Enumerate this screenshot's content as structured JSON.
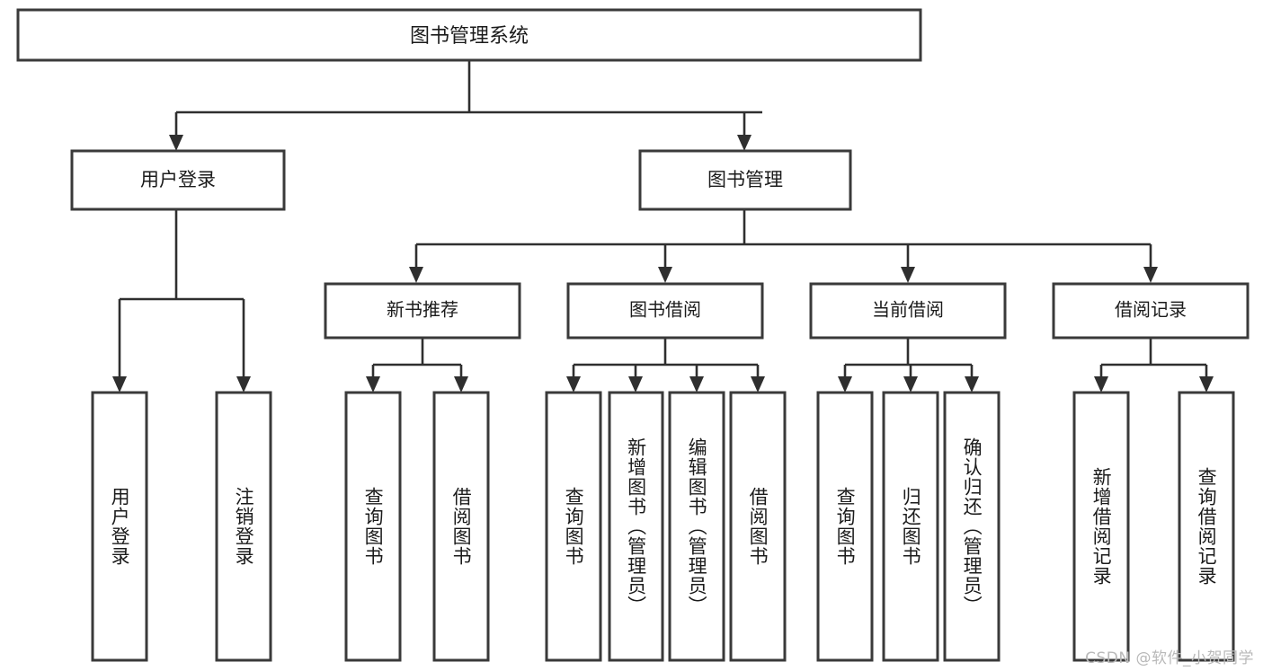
{
  "diagram": {
    "title_node": {
      "label": "图书管理系统"
    },
    "level2": [
      {
        "id": "user-login",
        "label": "用户登录"
      },
      {
        "id": "book-manage",
        "label": "图书管理"
      }
    ],
    "level3": [
      {
        "id": "new-book-recommend",
        "label": "新书推荐"
      },
      {
        "id": "book-borrow",
        "label": "图书借阅"
      },
      {
        "id": "current-borrow",
        "label": "当前借阅"
      },
      {
        "id": "borrow-record",
        "label": "借阅记录"
      }
    ],
    "leaves": {
      "user_login": [
        {
          "id": "leaf-user-login",
          "label": "用户登录"
        },
        {
          "id": "leaf-logout-login",
          "label": "注销登录"
        }
      ],
      "new_book_recommend": [
        {
          "id": "leaf-query-book-1",
          "label": "查询图书"
        },
        {
          "id": "leaf-borrow-book-1",
          "label": "借阅图书"
        }
      ],
      "book_borrow": [
        {
          "id": "leaf-query-book-2",
          "label": "查询图书"
        },
        {
          "id": "leaf-add-book",
          "label": "新增图书（管理员）"
        },
        {
          "id": "leaf-edit-book",
          "label": "编辑图书（管理员）"
        },
        {
          "id": "leaf-borrow-book-2",
          "label": "借阅图书"
        }
      ],
      "current_borrow": [
        {
          "id": "leaf-query-book-3",
          "label": "查询图书"
        },
        {
          "id": "leaf-return-book",
          "label": "归还图书"
        },
        {
          "id": "leaf-confirm-return",
          "label": "确认归还（管理员）"
        }
      ],
      "borrow_record": [
        {
          "id": "leaf-add-record",
          "label": "新增借阅记录"
        },
        {
          "id": "leaf-query-record",
          "label": "查询借阅记录"
        }
      ]
    },
    "watermark": "CSDN @软件_小贺同学",
    "colors": {
      "box_stroke": "#3a3a3a",
      "line": "#2f2f2f",
      "box_fill": "#ffffff",
      "text": "#1b1b1b",
      "watermark": "#b9b9b9",
      "background": "#ffffff"
    }
  }
}
